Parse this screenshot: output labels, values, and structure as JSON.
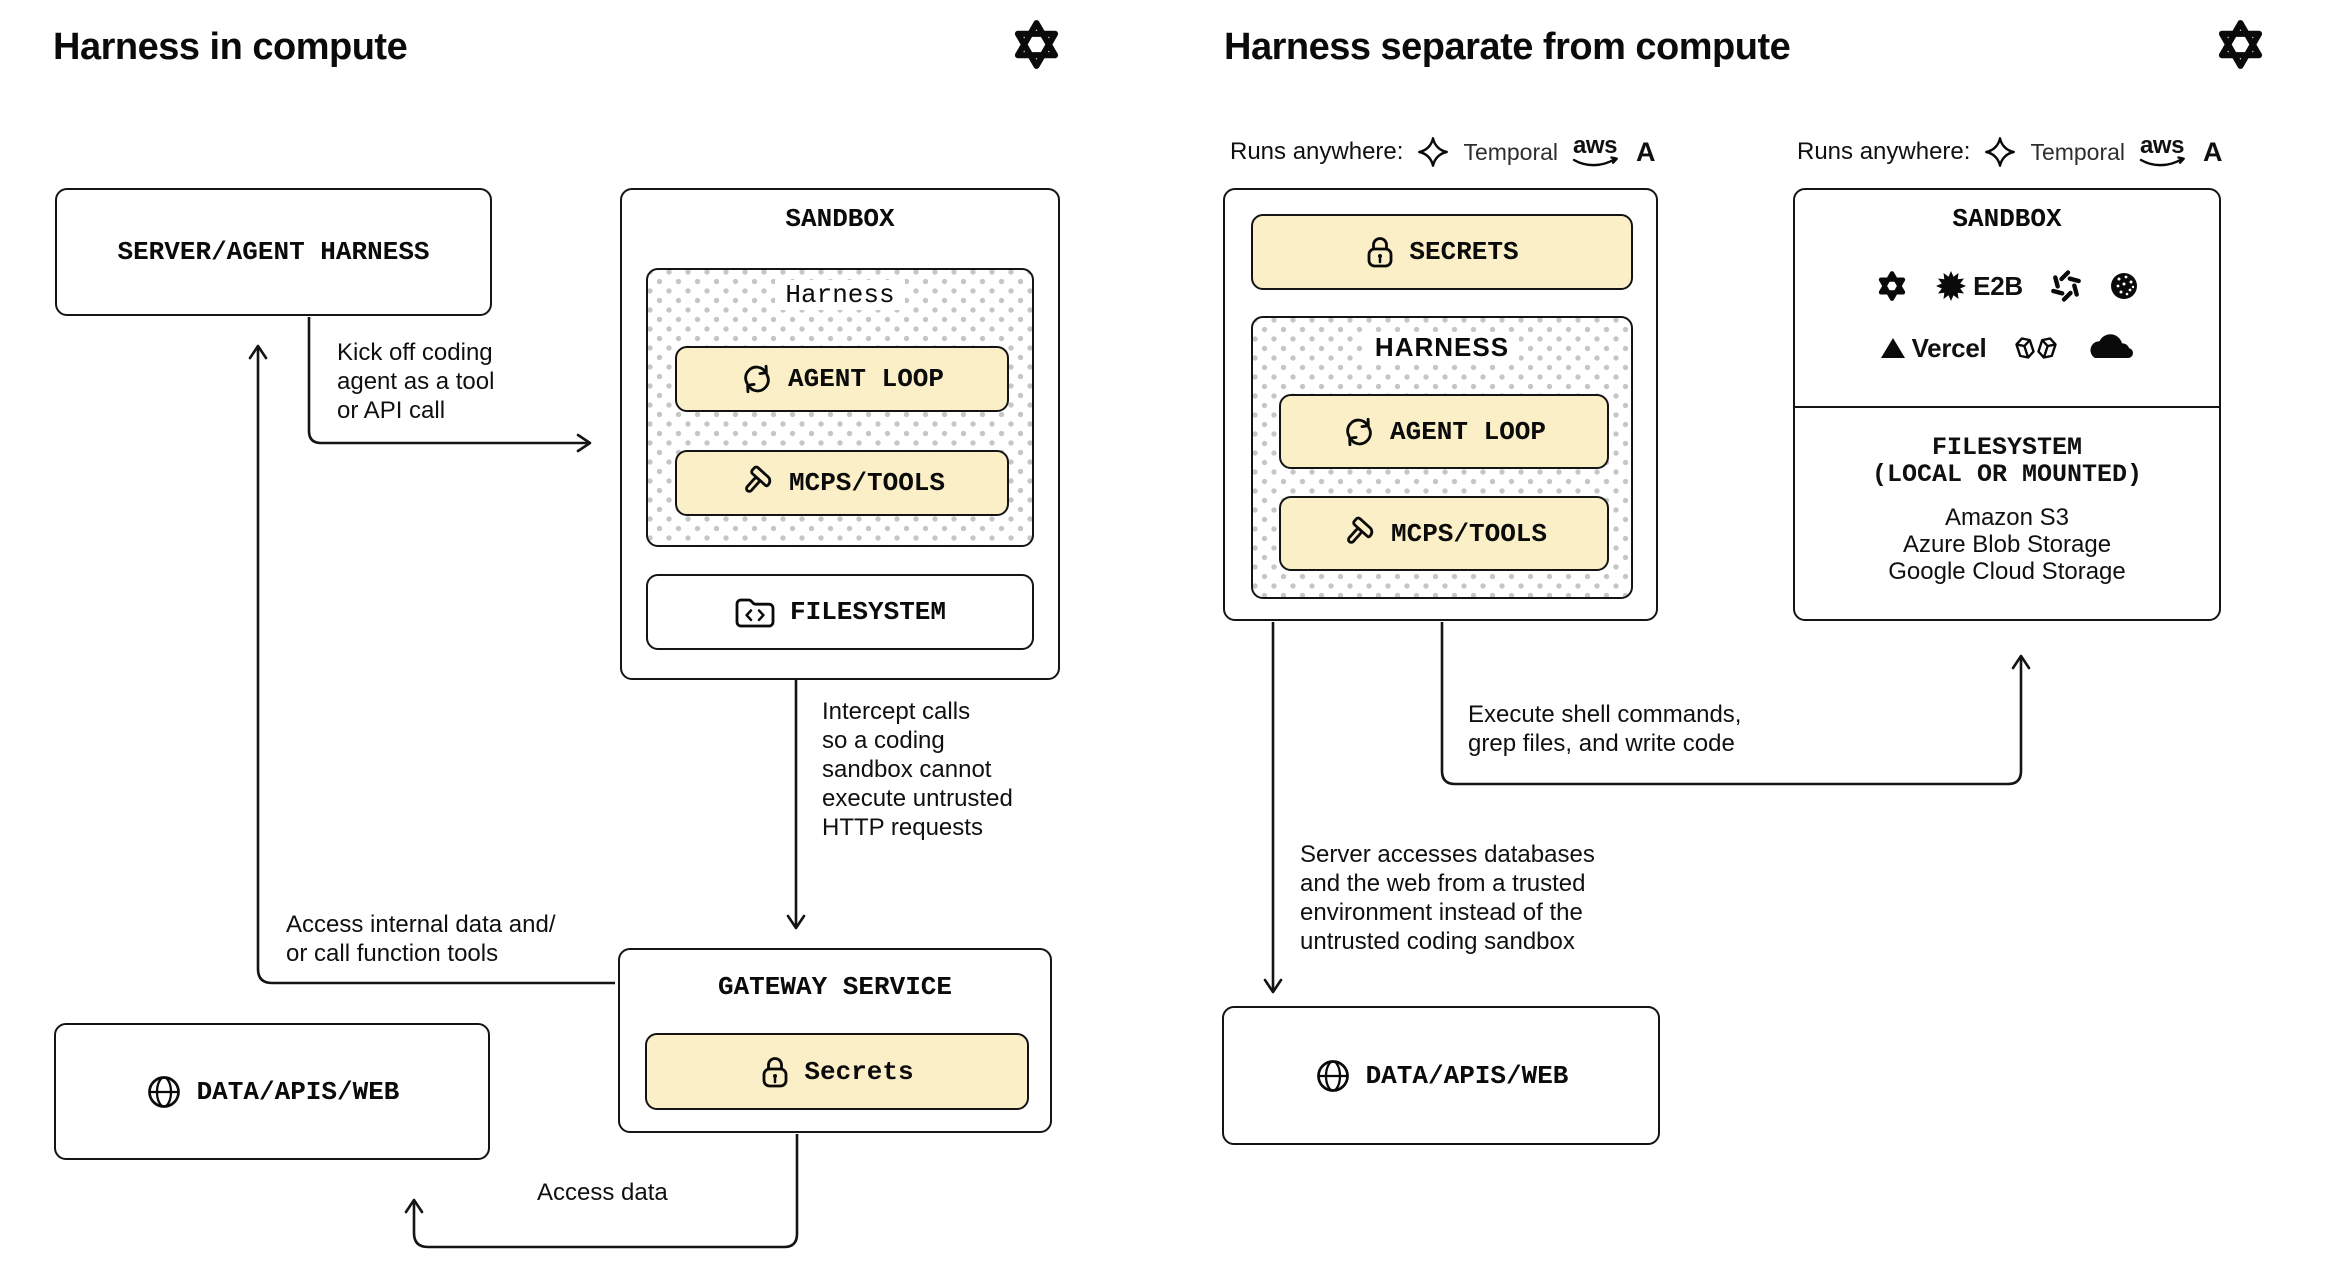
{
  "left_diagram": {
    "title": "Harness in compute",
    "server_box": {
      "label": "SERVER/AGENT HARNESS"
    },
    "sandbox_box": {
      "title": "SANDBOX",
      "harness_group": {
        "title": "Harness",
        "agent_loop": "AGENT LOOP",
        "mcps_tools": "MCPS/TOOLS"
      },
      "filesystem": "FILESYSTEM"
    },
    "gateway_box": {
      "title": "GATEWAY SERVICE",
      "secrets": "Secrets"
    },
    "data_box": {
      "label": "DATA/APIS/WEB"
    },
    "annotations": {
      "kick_off": "Kick off coding\nagent as a tool\nor API call",
      "intercept": "Intercept calls\nso a coding\nsandbox cannot\nexecute untrusted\nHTTP requests",
      "access_internal": "Access internal data and/\nor call function tools",
      "access_data": "Access data"
    }
  },
  "right_diagram": {
    "title": "Harness separate from compute",
    "runs_anywhere": {
      "prefix": "Runs anywhere:",
      "temporal": "Temporal",
      "aws": "aws",
      "anthropic": "A"
    },
    "harness_box": {
      "secrets": "SECRETS",
      "harness_group": {
        "title": "HARNESS",
        "agent_loop": "AGENT LOOP",
        "mcps_tools": "MCPS/TOOLS"
      }
    },
    "sandbox_box": {
      "title": "SANDBOX",
      "logo_labels": {
        "e2b": "E2B",
        "vercel": "Vercel"
      },
      "filesystem_title": "FILESYSTEM\n(LOCAL OR MOUNTED)",
      "storage_options": [
        "Amazon S3",
        "Azure Blob Storage",
        "Google Cloud Storage"
      ]
    },
    "annotations": {
      "execute_shell": "Execute shell commands,\ngrep files, and write code",
      "server_accesses": "Server accesses databases\nand the web from a trusted\nenvironment instead of the\nuntrusted coding sandbox"
    },
    "data_box": {
      "label": "DATA/APIS/WEB"
    }
  },
  "colors": {
    "accent_fill": "#FAEFC7",
    "line": "#141414",
    "dots": "#c6c6c6"
  }
}
